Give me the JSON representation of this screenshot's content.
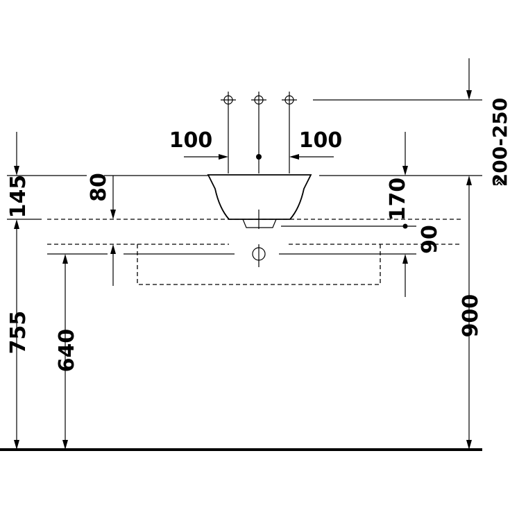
{
  "dimensions": {
    "spacing_left": "100",
    "spacing_right": "100",
    "valve_height": "200-250",
    "valve_prefix": "»",
    "basin_height": "145",
    "basin_drop": "80",
    "trap_offset": "170",
    "trap_height": "90",
    "counter_height": "755",
    "cabinet_height": "640",
    "total_height": "900"
  }
}
